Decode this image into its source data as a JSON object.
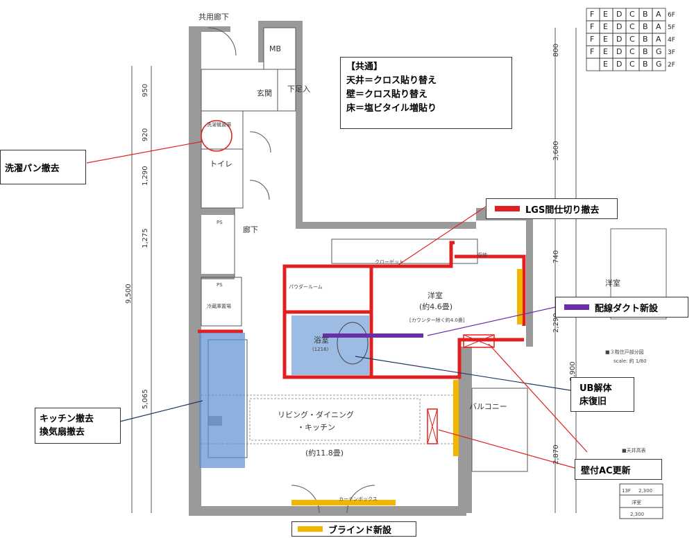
{
  "common_note": {
    "title": "【共通】",
    "lines": [
      "天井＝クロス貼り替え",
      "壁＝クロス貼り替え",
      "床＝塩ビタイル増貼り"
    ]
  },
  "callouts": {
    "laundry_pan": "洗濯パン撤去",
    "lgs_partition": "LGS間仕切り撤去",
    "wiring_duct": "配線ダクト新設",
    "ub": [
      "UB解体",
      "床復旧"
    ],
    "kitchen": [
      "キッチン撤去",
      "換気扇撤去"
    ],
    "ac": "壁付AC更新",
    "blind": "ブラインド新設"
  },
  "rooms": {
    "corridor_common": "共用廊下",
    "mb": "MB",
    "genkan": "玄関",
    "getabako": "下足入",
    "laundry": "洗濯機置場",
    "toilet": "トイレ",
    "hallway": "廊下",
    "ps_top": "PS",
    "ps_mid": "PS",
    "closet": "クローゼット",
    "storage": "収納",
    "powder": "パウダールーム",
    "bath": "浴室",
    "bath_size": "(1216)",
    "western": "洋室",
    "western_size": "(約4.6畳)",
    "western_counter": "[カウンター除く約4.0畳]",
    "fridge": "冷蔵庫置場",
    "ldk_line1": "リビング・ダイニング",
    "ldk_line2": "・キッチン",
    "ldk_size": "(約11.8畳)",
    "balcony": "バルコニー",
    "curtain_box": "カーテンボックス"
  },
  "dimensions": {
    "left": [
      "950",
      "920",
      "1,290",
      "1,275",
      "9,500",
      "5,065"
    ],
    "right": [
      "800",
      "3,600",
      "740",
      "2,290",
      "5,900",
      "2,870"
    ]
  },
  "legend_3f": {
    "title": "■３階住戸部分図",
    "scale": "scale: 約 1/80"
  },
  "ceiling_table": {
    "title": "■天井高表",
    "rows": [
      [
        "13F",
        "2,300"
      ],
      [
        "洋室",
        ""
      ],
      [
        "2,300",
        ""
      ]
    ]
  },
  "floor_key": {
    "rows": [
      {
        "letters": [
          "F",
          "E",
          "D",
          "C",
          "B",
          "A"
        ],
        "floor": "6F"
      },
      {
        "letters": [
          "F",
          "E",
          "D",
          "C",
          "B",
          "A"
        ],
        "floor": "5F"
      },
      {
        "letters": [
          "F",
          "E",
          "D",
          "C",
          "B",
          "A"
        ],
        "floor": "4F"
      },
      {
        "letters": [
          "F",
          "E",
          "D",
          "C",
          "B",
          "G"
        ],
        "floor": "3F"
      },
      {
        "letters": [
          "",
          "E",
          "D",
          "C",
          "B",
          "G"
        ],
        "floor": "2F"
      }
    ]
  },
  "colors": {
    "red": "#e02020",
    "purple": "#6a2fa8",
    "yellow": "#f2b600",
    "blue_fill": "#5b8fd1",
    "navy_line": "#1f3864"
  }
}
